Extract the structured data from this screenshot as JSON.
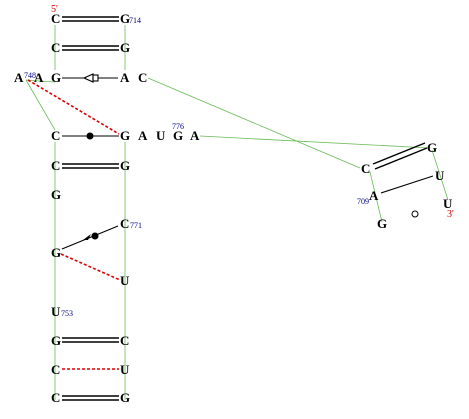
{
  "diagram": {
    "ends": {
      "five_prime": "5'",
      "three_prime": "3'"
    },
    "nucleotides": [
      {
        "id": "n1",
        "label": "C"
      },
      {
        "id": "n2",
        "label": "G"
      },
      {
        "id": "n3",
        "label": "C"
      },
      {
        "id": "n4",
        "label": "G"
      },
      {
        "id": "n5",
        "label": "A"
      },
      {
        "id": "n6",
        "label": "A"
      },
      {
        "id": "n7",
        "label": "G"
      },
      {
        "id": "n8",
        "label": "A"
      },
      {
        "id": "n9",
        "label": "C"
      },
      {
        "id": "n10",
        "label": "C"
      },
      {
        "id": "n11",
        "label": "G"
      },
      {
        "id": "n12",
        "label": "A"
      },
      {
        "id": "n13",
        "label": "U"
      },
      {
        "id": "n14",
        "label": "G"
      },
      {
        "id": "n15",
        "label": "A"
      },
      {
        "id": "n16",
        "label": "C"
      },
      {
        "id": "n17",
        "label": "G"
      },
      {
        "id": "n18",
        "label": "G"
      },
      {
        "id": "n19",
        "label": "C"
      },
      {
        "id": "n20",
        "label": "G"
      },
      {
        "id": "n21",
        "label": "U"
      },
      {
        "id": "n22",
        "label": "U"
      },
      {
        "id": "n23",
        "label": "G"
      },
      {
        "id": "n24",
        "label": "C"
      },
      {
        "id": "n25",
        "label": "C"
      },
      {
        "id": "n26",
        "label": "U"
      },
      {
        "id": "n27",
        "label": "C"
      },
      {
        "id": "n28",
        "label": "G"
      },
      {
        "id": "n29",
        "label": "G"
      },
      {
        "id": "n30",
        "label": "C"
      },
      {
        "id": "n31",
        "label": "U"
      },
      {
        "id": "n32",
        "label": "A"
      },
      {
        "id": "n33",
        "label": "U"
      },
      {
        "id": "n34",
        "label": "G"
      }
    ],
    "numbers": [
      {
        "id": "num714",
        "label": "714"
      },
      {
        "id": "num748",
        "label": "748"
      },
      {
        "id": "num776",
        "label": "776"
      },
      {
        "id": "num771",
        "label": "771"
      },
      {
        "id": "num753",
        "label": "753"
      },
      {
        "id": "num709",
        "label": "709"
      }
    ],
    "colors": {
      "backbone": "#66bb55",
      "noncanonical": "#dd0000",
      "numbers": "#00008b",
      "ends": "#cc0000"
    }
  }
}
